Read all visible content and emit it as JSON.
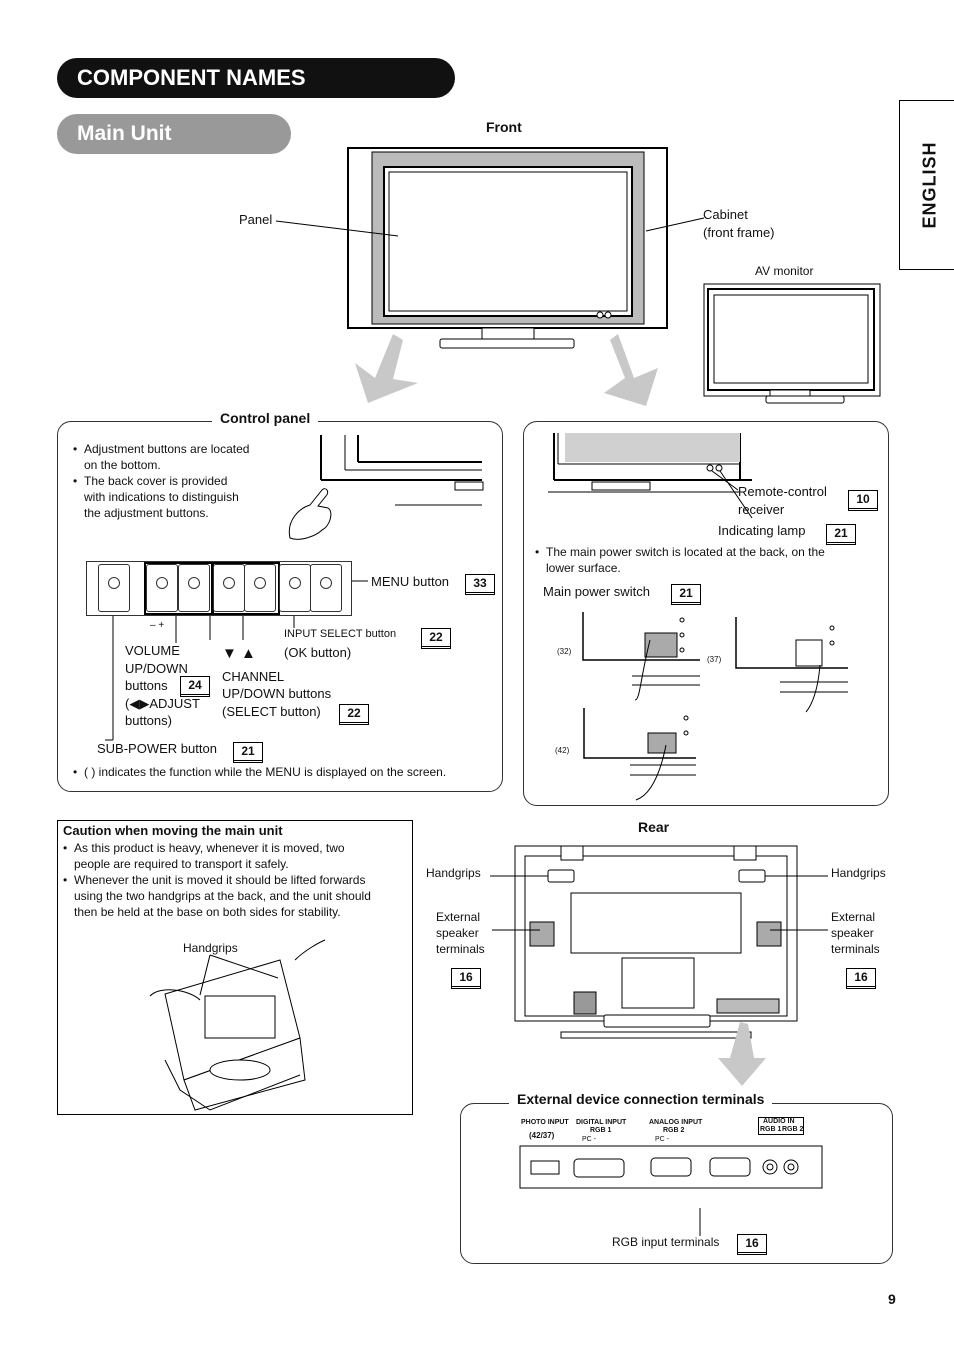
{
  "header": {
    "title": "COMPONENT NAMES",
    "subtitle": "Main Unit",
    "language_tab": "ENGLISH"
  },
  "front": {
    "heading": "Front",
    "panel_label": "Panel",
    "cabinet_label_line1": "Cabinet",
    "cabinet_label_line2": "(front frame)",
    "av_monitor_label": "AV monitor"
  },
  "control_panel": {
    "heading": "Control panel",
    "notes": [
      "Adjustment buttons are located",
      "on the bottom.",
      "The back cover is provided",
      "with indications to distinguish",
      "the adjustment buttons."
    ],
    "menu_button": "MENU button",
    "menu_ref": "33",
    "input_select": "INPUT SELECT button",
    "input_select_ref": "22",
    "ok_button": "(OK button)",
    "volume_line1": "VOLUME",
    "volume_line2": "UP/DOWN",
    "volume_line3": "buttons",
    "volume_ref": "24",
    "volume_line4": "(◀▶ADJUST",
    "volume_line5": "buttons)",
    "channel_line1": "CHANNEL",
    "channel_line2": "UP/DOWN buttons",
    "channel_line3": "(SELECT button)",
    "channel_ref": "22",
    "sub_power": "SUB-POWER button",
    "sub_power_ref": "21",
    "footnote": "(    ) indicates the function while the MENU is displayed on the screen.",
    "minus_plus": "–      +",
    "arrows": "▼   ▲"
  },
  "right_panel": {
    "remote_line1": "Remote-control",
    "remote_line2": "receiver",
    "remote_ref": "10",
    "indicating_lamp": "Indicating lamp",
    "indicating_ref": "21",
    "note_line1": "The main power switch is located at the back, on the",
    "note_line2": "lower surface.",
    "main_power": "Main power switch",
    "main_power_ref": "21",
    "size_32": "(32)",
    "size_37": "(37)",
    "size_42": "(42)"
  },
  "caution": {
    "heading": "Caution when moving the main unit",
    "lines1": [
      "As this product is heavy, whenever it is moved, two",
      "people are required to transport it safely."
    ],
    "lines2": [
      "Whenever the unit is moved it should be lifted forwards",
      "using the two handgrips at the back, and the unit should",
      "then be held at the base on both sides for stability."
    ],
    "handgrips": "Handgrips"
  },
  "rear": {
    "heading": "Rear",
    "handgrips_left": "Handgrips",
    "handgrips_right": "Handgrips",
    "ext_speaker_left": [
      "External",
      "speaker",
      "terminals"
    ],
    "ext_speaker_right": [
      "External",
      "speaker",
      "terminals"
    ],
    "ref_left": "16",
    "ref_right": "16"
  },
  "terminals": {
    "heading": "External device connection terminals",
    "photo_input": "PHOTO INPUT",
    "photo_size": "(42/37)",
    "digital_input": "DIGITAL INPUT",
    "digital_rgb": "RGB 1",
    "analog_input": "ANALOG INPUT",
    "analog_rgb": "RGB 2",
    "pc1": "PC -",
    "pc2": "PC -",
    "audio_in": "AUDIO IN",
    "audio_rgb1": "RGB 1",
    "audio_rgb2": "RGB 2",
    "rgb_input": "RGB input terminals",
    "rgb_ref": "16"
  },
  "page_number": "9"
}
